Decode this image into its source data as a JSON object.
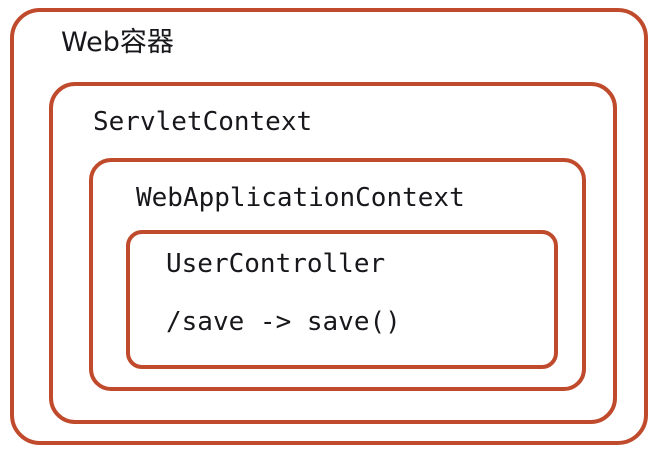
{
  "diagram": {
    "type": "nested-boxes",
    "description": "Spring MVC nesting: Web container contains ServletContext, which contains WebApplicationContext, which contains UserController",
    "colors": {
      "border": "#C04B2C",
      "fill": "#FFFFFF",
      "text": "#17171C"
    },
    "levels": [
      {
        "id": "web-container",
        "label": "Web容器",
        "depth": 1
      },
      {
        "id": "servlet-context",
        "label": "ServletContext",
        "depth": 2
      },
      {
        "id": "web-application-context",
        "label": "WebApplicationContext",
        "depth": 3
      },
      {
        "id": "user-controller",
        "label": "UserController",
        "mapping": "/save -> save()",
        "depth": 4
      }
    ]
  }
}
